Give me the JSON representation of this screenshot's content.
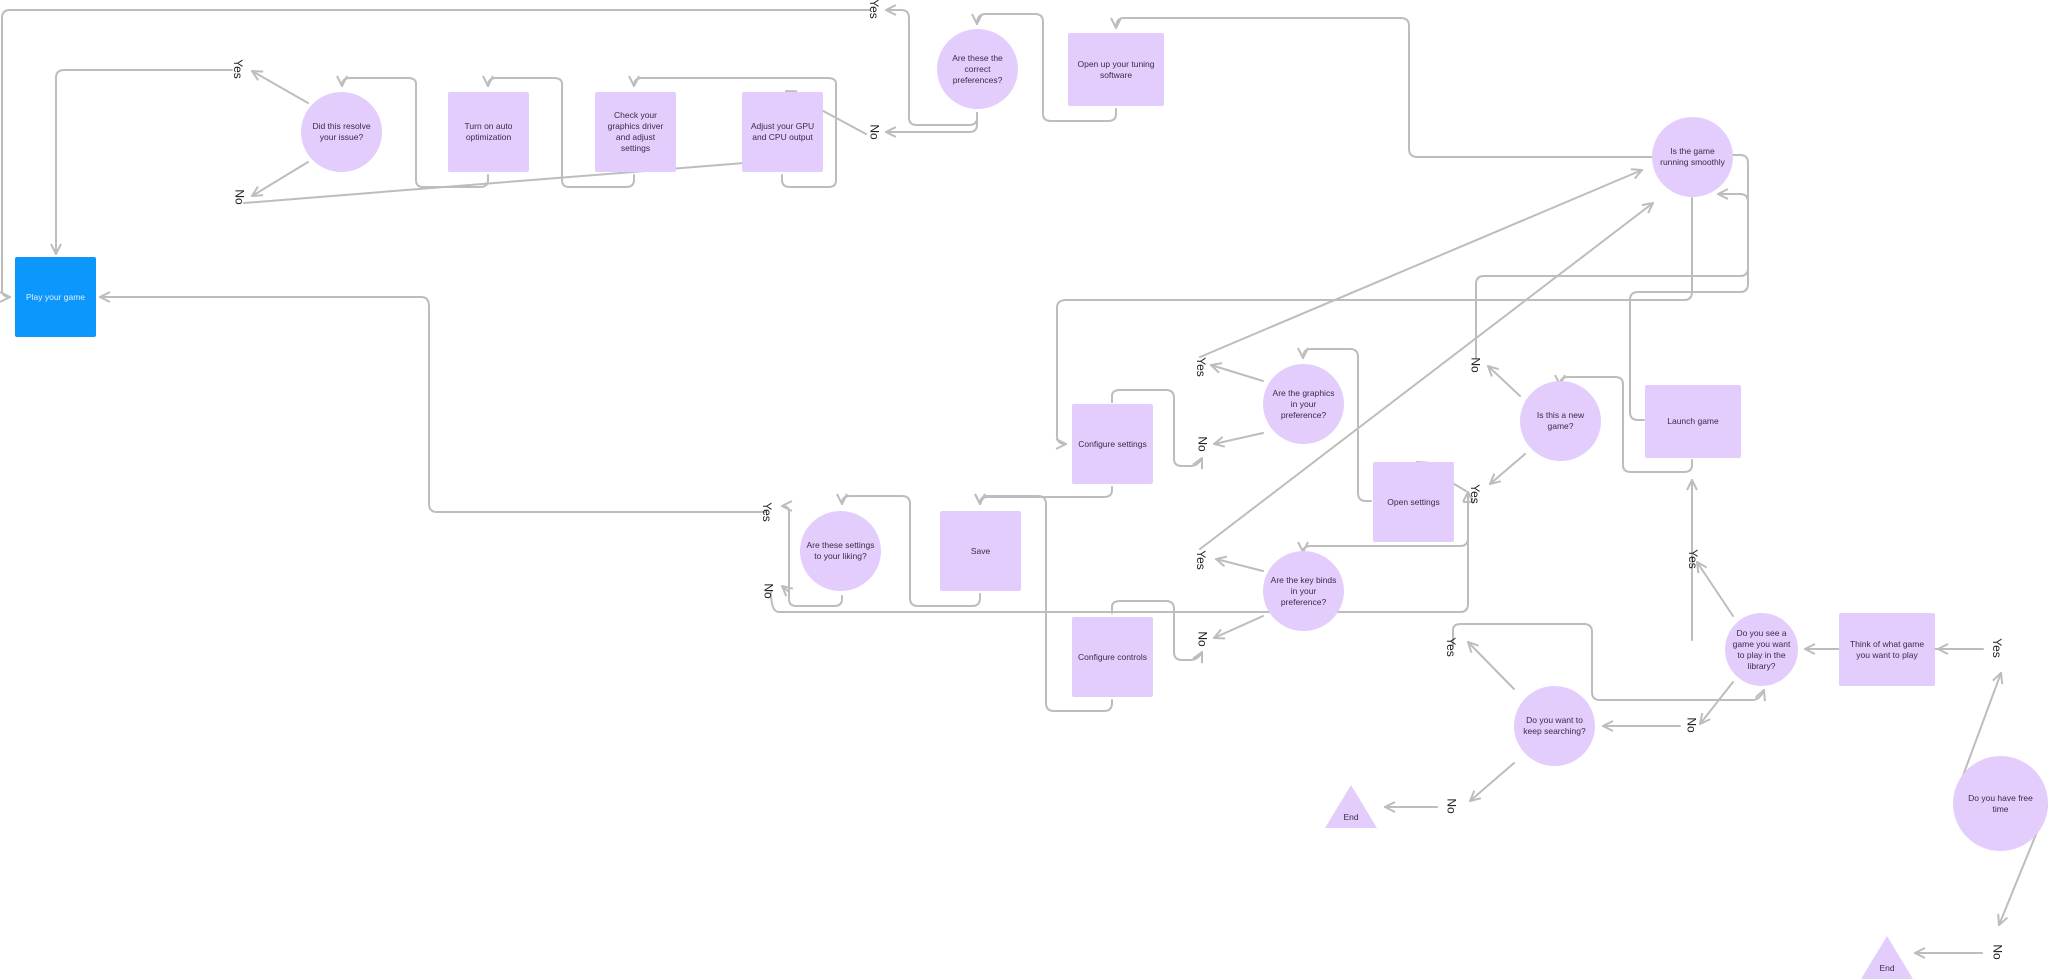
{
  "colors": {
    "node_fill": "#e3cdfc",
    "start_fill": "#0c97fc",
    "edge": "#bdbdbd",
    "text": "#3a2d46"
  },
  "nodes": {
    "play_your_game": {
      "label": "Play your game",
      "shape": "rect",
      "style": "primary"
    },
    "did_this_resolve": {
      "label": "Did this resolve your issue?",
      "shape": "circle"
    },
    "turn_on_auto_optimization": {
      "label": "Turn on auto optimization",
      "shape": "rect"
    },
    "check_graphics_driver": {
      "label": "Check your graphics driver and adjust settings",
      "shape": "rect"
    },
    "adjust_gpu_cpu": {
      "label": "Adjust your GPU and CPU output",
      "shape": "rect"
    },
    "correct_preferences": {
      "label": "Are these the correct preferences?",
      "shape": "circle"
    },
    "open_tuning_software": {
      "label": "Open up your tuning software",
      "shape": "rect"
    },
    "game_running_smoothly": {
      "label": "Is the game running smoothly",
      "shape": "circle"
    },
    "configure_settings": {
      "label": "Configure settings",
      "shape": "rect"
    },
    "graphics_preference": {
      "label": "Are the graphics in your preference?",
      "shape": "circle"
    },
    "is_new_game": {
      "label": "Is this a new game?",
      "shape": "circle"
    },
    "launch_game": {
      "label": "Launch game",
      "shape": "rect"
    },
    "open_settings": {
      "label": "Open settings",
      "shape": "rect"
    },
    "settings_to_liking": {
      "label": "Are these settings to your liking?",
      "shape": "circle"
    },
    "save": {
      "label": "Save",
      "shape": "rect"
    },
    "key_binds_preference": {
      "label": "Are the key binds in your preference?",
      "shape": "circle"
    },
    "configure_controls": {
      "label": "Configure controls",
      "shape": "rect"
    },
    "see_game_in_library": {
      "label": "Do you see a game you want to play in the library?",
      "shape": "circle"
    },
    "think_of_game": {
      "label": "Think of what game you want to play",
      "shape": "rect"
    },
    "keep_searching": {
      "label": "Do you want to keep searching?",
      "shape": "circle"
    },
    "end_1": {
      "label": "End",
      "shape": "triangle"
    },
    "free_time": {
      "label": "Do you have free time",
      "shape": "circle"
    },
    "end_2": {
      "label": "End",
      "shape": "triangle"
    }
  },
  "edge_labels": {
    "yes": "Yes",
    "no": "No"
  },
  "edges": [
    {
      "from": "free_time",
      "to": "think_of_game",
      "label": "Yes"
    },
    {
      "from": "free_time",
      "to": "end_2",
      "label": "No"
    },
    {
      "from": "think_of_game",
      "to": "see_game_in_library",
      "label": ""
    },
    {
      "from": "see_game_in_library",
      "to": "launch_game",
      "label": "Yes"
    },
    {
      "from": "see_game_in_library",
      "to": "keep_searching",
      "label": "No"
    },
    {
      "from": "keep_searching",
      "to": "see_game_in_library",
      "label": "Yes"
    },
    {
      "from": "keep_searching",
      "to": "end_1",
      "label": "No"
    },
    {
      "from": "launch_game",
      "to": "is_new_game",
      "label": ""
    },
    {
      "from": "launch_game",
      "to": "game_running_smoothly",
      "label": ""
    },
    {
      "from": "is_new_game",
      "to": "open_settings",
      "label": "Yes"
    },
    {
      "from": "is_new_game",
      "to": "game_running_smoothly",
      "label": "No"
    },
    {
      "from": "open_settings",
      "to": "graphics_preference",
      "label": ""
    },
    {
      "from": "open_settings",
      "to": "key_binds_preference",
      "label": ""
    },
    {
      "from": "graphics_preference",
      "to": "game_running_smoothly",
      "label": "Yes"
    },
    {
      "from": "graphics_preference",
      "to": "configure_settings",
      "label": "No"
    },
    {
      "from": "key_binds_preference",
      "to": "game_running_smoothly",
      "label": "Yes"
    },
    {
      "from": "key_binds_preference",
      "to": "configure_controls",
      "label": "No"
    },
    {
      "from": "configure_settings",
      "to": "save",
      "label": ""
    },
    {
      "from": "configure_controls",
      "to": "save",
      "label": ""
    },
    {
      "from": "save",
      "to": "settings_to_liking",
      "label": ""
    },
    {
      "from": "settings_to_liking",
      "to": "play_your_game",
      "label": "Yes"
    },
    {
      "from": "settings_to_liking",
      "to": "open_settings",
      "label": "No"
    },
    {
      "from": "game_running_smoothly",
      "to": "open_tuning_software",
      "label": "No"
    },
    {
      "from": "game_running_smoothly",
      "to": "configure_settings",
      "label": ""
    },
    {
      "from": "open_tuning_software",
      "to": "correct_preferences",
      "label": ""
    },
    {
      "from": "correct_preferences",
      "to": "play_your_game",
      "label": "Yes"
    },
    {
      "from": "correct_preferences",
      "to": "adjust_gpu_cpu",
      "label": "No"
    },
    {
      "from": "adjust_gpu_cpu",
      "to": "check_graphics_driver",
      "label": ""
    },
    {
      "from": "check_graphics_driver",
      "to": "turn_on_auto_optimization",
      "label": ""
    },
    {
      "from": "turn_on_auto_optimization",
      "to": "did_this_resolve",
      "label": ""
    },
    {
      "from": "did_this_resolve",
      "to": "play_your_game",
      "label": "Yes"
    },
    {
      "from": "did_this_resolve",
      "to": "adjust_gpu_cpu",
      "label": "No"
    }
  ]
}
